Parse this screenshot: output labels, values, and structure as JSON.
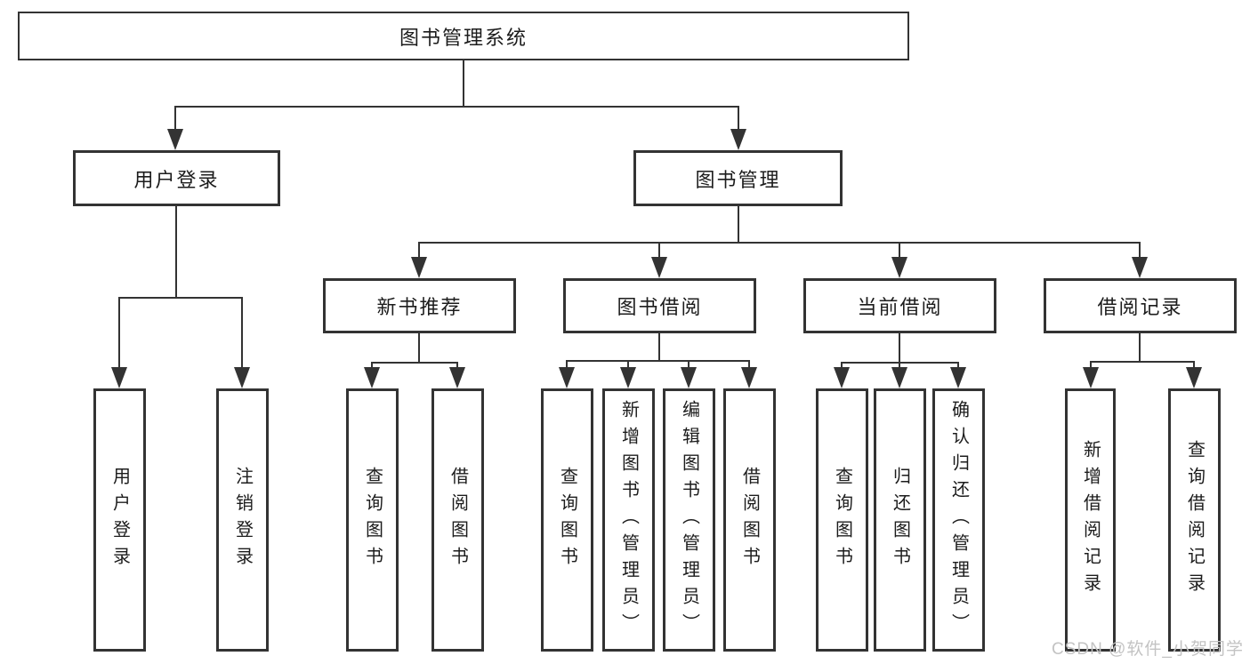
{
  "diagram": {
    "root": {
      "label": "图书管理系统"
    },
    "branches": {
      "user_login": {
        "label": "用户登录",
        "leaves": [
          "用户登录",
          "注销登录"
        ]
      },
      "book_management": {
        "label": "图书管理",
        "sections": {
          "new_book_recommend": {
            "label": "新书推荐",
            "leaves": [
              "查询图书",
              "借阅图书"
            ]
          },
          "book_borrowing": {
            "label": "图书借阅",
            "leaves": [
              "查询图书",
              "新增图书（管理员）",
              "编辑图书（管理员）",
              "借阅图书"
            ]
          },
          "current_borrowing": {
            "label": "当前借阅",
            "leaves": [
              "查询图书",
              "归还图书",
              "确认归还（管理员）"
            ]
          },
          "borrowing_records": {
            "label": "借阅记录",
            "leaves": [
              "新增借阅记录",
              "查询借阅记录"
            ]
          }
        }
      }
    }
  },
  "watermark": {
    "text": "CSDN @软件_小贺同学"
  },
  "colors": {
    "line": "#333333",
    "box_border": "#333333",
    "text": "#1c1c1c",
    "background": "#ffffff",
    "watermark": "#c3c3c3"
  }
}
